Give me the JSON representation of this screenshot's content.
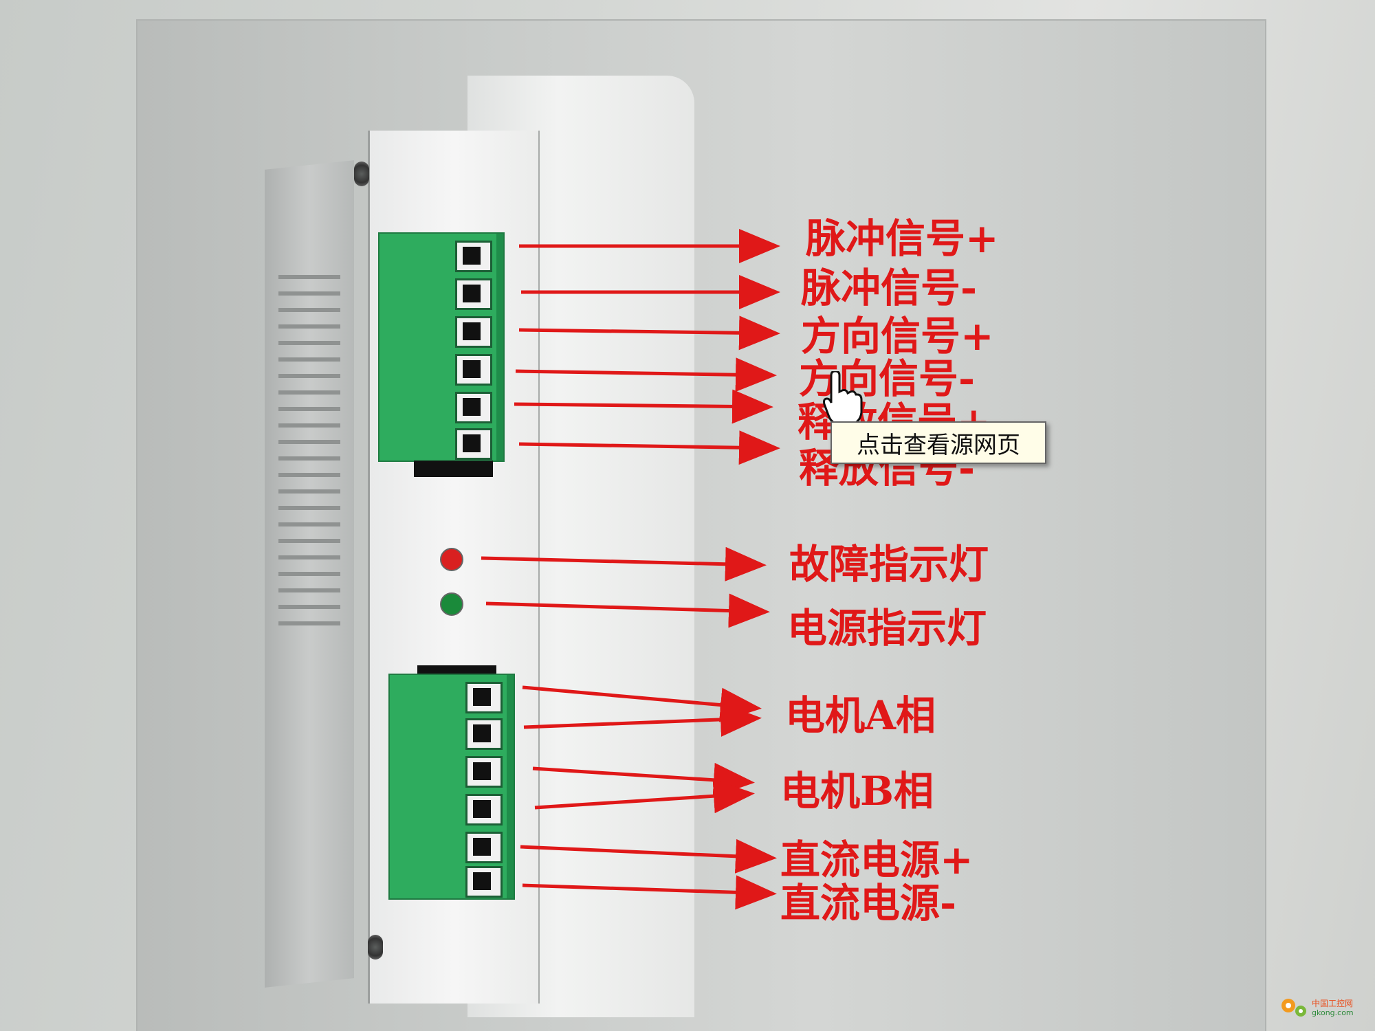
{
  "labels": {
    "pulse_plus": "脉冲信号+",
    "pulse_minus": "脉冲信号-",
    "dir_plus": "方向信号+",
    "dir_minus": "方向信号-",
    "release_plus": "释放信号+",
    "release_minus": "释放信号-",
    "fault_led": "故障指示灯",
    "power_led": "电源指示灯",
    "motor_a": "电机A相",
    "motor_b": "电机B相",
    "dc_plus": "直流电源+",
    "dc_minus": "直流电源-"
  },
  "tooltip": {
    "text": "点击查看源网页"
  },
  "watermark": {
    "cn": "中国工控网",
    "site": "gkong.com"
  },
  "colors": {
    "annotation": "#e01818",
    "terminal_green": "#2eac5e",
    "fault_led": "#d92020",
    "power_led": "#1a8a3a"
  }
}
